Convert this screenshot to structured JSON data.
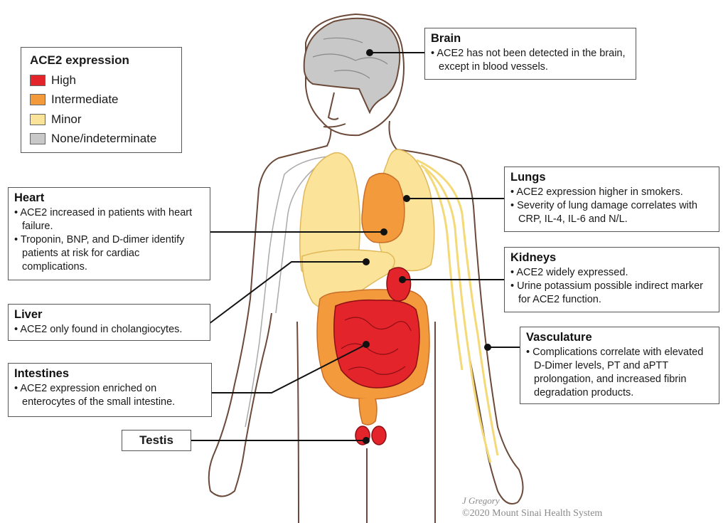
{
  "legend": {
    "title": "ACE2 expression",
    "items": [
      {
        "label": "High",
        "color": "#e3242b"
      },
      {
        "label": "Intermediate",
        "color": "#f39a3c"
      },
      {
        "label": "Minor",
        "color": "#fbe49a"
      },
      {
        "label": "None/indeterminate",
        "color": "#c8c8c8"
      }
    ]
  },
  "organs": {
    "brain": {
      "title": "Brain",
      "notes": [
        "ACE2 has not been detected in the brain, except in blood vessels."
      ]
    },
    "lungs": {
      "title": "Lungs",
      "notes": [
        "ACE2 expression higher in smokers.",
        "Severity of lung damage correlates with CRP, IL-4, IL-6 and N/L."
      ]
    },
    "heart": {
      "title": "Heart",
      "notes": [
        "ACE2 increased in patients with heart failure.",
        "Troponin, BNP, and D-dimer identify patients at risk for cardiac complications."
      ]
    },
    "kidneys": {
      "title": "Kidneys",
      "notes": [
        "ACE2 widely expressed.",
        "Urine potassium possible indirect marker for ACE2 function."
      ]
    },
    "liver": {
      "title": "Liver",
      "notes": [
        "ACE2 only found in cholangiocytes."
      ]
    },
    "vasculature": {
      "title": "Vasculature",
      "notes": [
        "Complications correlate with elevated D-Dimer levels, PT and aPTT prolongation, and increased fibrin degradation products."
      ]
    },
    "intestines": {
      "title": "Intestines",
      "notes": [
        "ACE2 expression enriched on enterocytes of the small intestine."
      ]
    },
    "testis": {
      "title": "Testis"
    }
  },
  "colors": {
    "high": "#e3242b",
    "intermediate": "#f39a3c",
    "minor": "#fbe49a",
    "none": "#c8c8c8",
    "outline": "#6b4a3a"
  },
  "credit": {
    "author": "J Gregory",
    "copyright": "©2020 Mount Sinai Health System"
  }
}
